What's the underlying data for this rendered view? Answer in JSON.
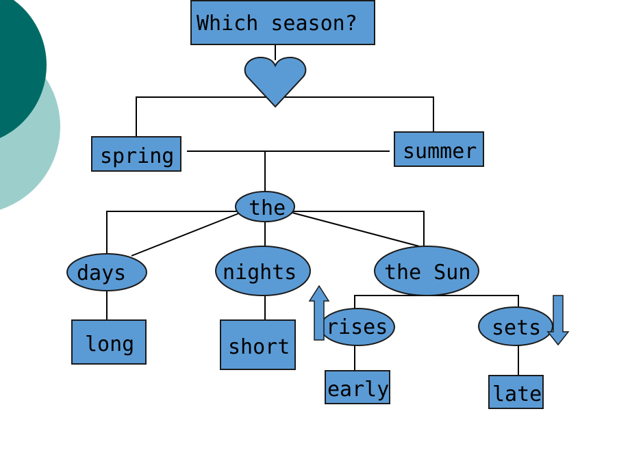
{
  "colors": {
    "node_fill": "#5b9bd5",
    "node_border": "#1a1a1a",
    "connector": "#000000",
    "deco_dark": "#006b66",
    "deco_light": "#9ccfcc"
  },
  "diagram": {
    "title": "Which season?",
    "heart_icon": "heart-icon",
    "seasons": [
      "spring",
      "summer"
    ],
    "hub": "the",
    "subjects": [
      "days",
      "nights",
      "the Sun"
    ],
    "adjectives": [
      "long",
      "short"
    ],
    "verbs": [
      "rises",
      "sets"
    ],
    "times": [
      "early",
      "late"
    ],
    "up_arrow_icon": "arrow-up-icon",
    "down_arrow_icon": "arrow-down-icon"
  }
}
